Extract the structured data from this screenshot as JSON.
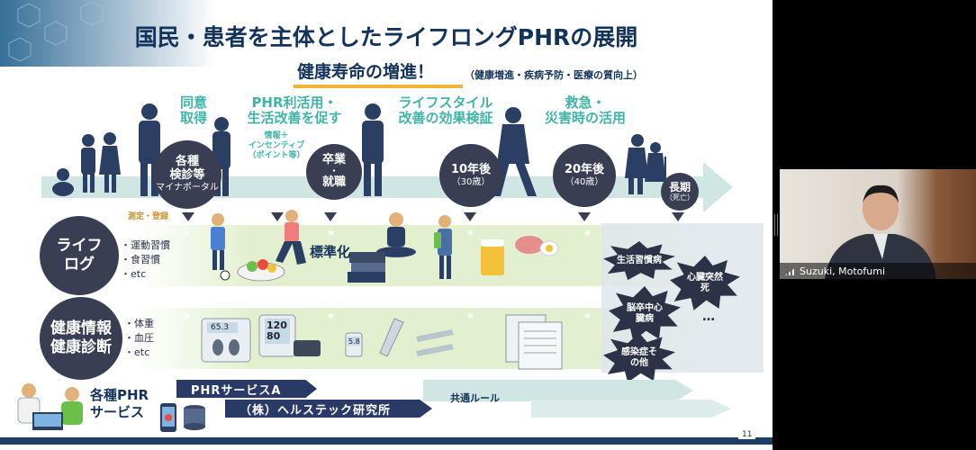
{
  "slide": {
    "title": "国民・患者を主体としたライフロングPHRの展開",
    "goal": "健康寿命の増進！",
    "goal_note": "（健康増進・疾病予防・医療の質向上）",
    "stage_labels": [
      {
        "line1": "同意",
        "line2": "取得"
      },
      {
        "line1": "PHR利活用・",
        "line2": "生活改善を促す"
      },
      {
        "line1": "ライフスタイル",
        "line2": "改善の効果検証"
      },
      {
        "line1": "救急・",
        "line2": "災害時の活用"
      }
    ],
    "incentive": {
      "line1": "情報＋",
      "line2": "インセンティブ",
      "line3": "（ポイント等）"
    },
    "milestones": [
      {
        "line1": "各種",
        "line2": "検診等",
        "sub": "マイナポータル"
      },
      {
        "line1": "卒業",
        "line2": "・",
        "line3": "就職"
      },
      {
        "line1": "10年後",
        "sub": "（30歳）"
      },
      {
        "line1": "20年後",
        "sub": "（40歳）"
      },
      {
        "line1": "長期",
        "sub": "（死亡）"
      }
    ],
    "measure_label": "測定・登録",
    "standardize": "標準化",
    "row1": {
      "label_line1": "ライフ",
      "label_line2": "ログ",
      "bullets": [
        "・運動習慣",
        "・食習慣",
        "・etc"
      ]
    },
    "row2": {
      "label_line1": "健康情報",
      "label_line2": "健康診断",
      "bullets": [
        "・体重",
        "・血圧",
        "・etc"
      ]
    },
    "devices": {
      "scale": "65.3",
      "bp_top": "120",
      "bp_bottom": "80",
      "glucose": "5.8"
    },
    "bursts": [
      "生活習慣病",
      "心臓突然死",
      "脳卒中心臓病",
      "感染症その他"
    ],
    "ellipsis": "…",
    "services": {
      "label_line1": "各種PHR",
      "label_line2": "サービス",
      "service_a": "PHRサービスA",
      "service_b": "（株）ヘルステック研究所",
      "common_rule": "共通ルール"
    },
    "page_number": "11"
  },
  "participant": {
    "name": "Suzuki, Motofumi"
  },
  "colors": {
    "navy": "#14335a",
    "teal": "#3fb4a7",
    "circle": "#3a3e52",
    "band": "#e3f0cf",
    "arrow": "#cfe6e3"
  }
}
